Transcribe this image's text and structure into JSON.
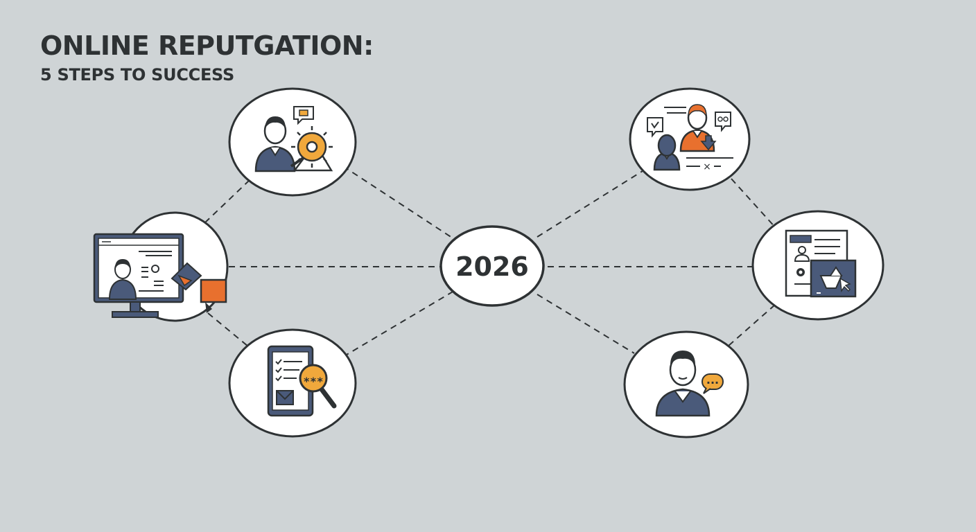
{
  "title": "ONLINE REPUTGATION:",
  "subtitle": "5 STEPS TO SUCCESS",
  "center": {
    "label": "2026"
  },
  "nodes": [
    {
      "icon": "person-settings-icon"
    },
    {
      "icon": "monitor-profile-icon"
    },
    {
      "icon": "tablet-review-search-icon"
    },
    {
      "icon": "team-feedback-icon"
    },
    {
      "icon": "document-profile-icon"
    },
    {
      "icon": "person-chat-icon"
    }
  ],
  "colors": {
    "background": "#cfd4d6",
    "ink": "#2e3234",
    "navy": "#4a5a7a",
    "orange": "#e8702e",
    "amber": "#f0a83c",
    "node_fill": "#ffffff"
  },
  "mini": {
    "dots": "...",
    "stars": "***",
    "x_mark": "×"
  }
}
